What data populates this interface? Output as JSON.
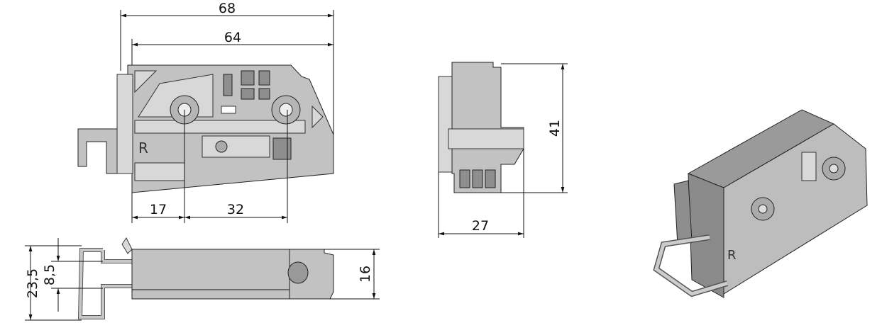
{
  "drawing": {
    "front_view": {
      "width_overall": "68",
      "width_body": "64",
      "hole_offset": "17",
      "hole_spacing": "32",
      "side_marking": "R"
    },
    "top_view": {
      "overall_depth": "23,5",
      "slot_width": "8,5",
      "body_depth": "16"
    },
    "side_view": {
      "height": "41",
      "depth": "27"
    },
    "iso_view": {
      "side_marking": "R"
    }
  }
}
